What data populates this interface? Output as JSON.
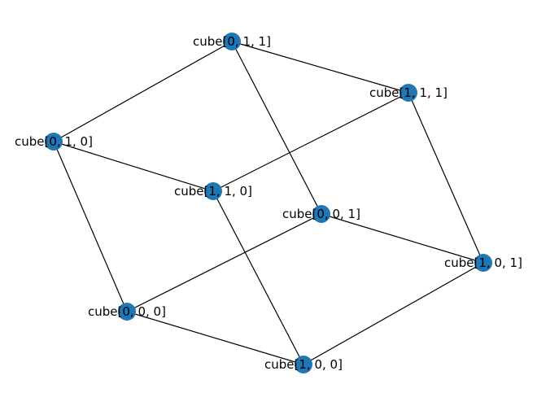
{
  "graph": {
    "node_color": "#1f77b4",
    "edge_color": "#000000",
    "nodes": [
      {
        "id": "000",
        "label": "cube[0, 0, 0]"
      },
      {
        "id": "001",
        "label": "cube[0, 0, 1]"
      },
      {
        "id": "010",
        "label": "cube[0, 1, 0]"
      },
      {
        "id": "011",
        "label": "cube[0, 1, 1]"
      },
      {
        "id": "100",
        "label": "cube[1, 0, 0]"
      },
      {
        "id": "101",
        "label": "cube[1, 0, 1]"
      },
      {
        "id": "110",
        "label": "cube[1, 1, 0]"
      },
      {
        "id": "111",
        "label": "cube[1, 1, 1]"
      }
    ],
    "edges": [
      [
        "000",
        "001"
      ],
      [
        "000",
        "010"
      ],
      [
        "000",
        "100"
      ],
      [
        "001",
        "011"
      ],
      [
        "001",
        "101"
      ],
      [
        "010",
        "011"
      ],
      [
        "010",
        "110"
      ],
      [
        "011",
        "111"
      ],
      [
        "100",
        "101"
      ],
      [
        "100",
        "110"
      ],
      [
        "101",
        "111"
      ],
      [
        "110",
        "111"
      ]
    ]
  }
}
